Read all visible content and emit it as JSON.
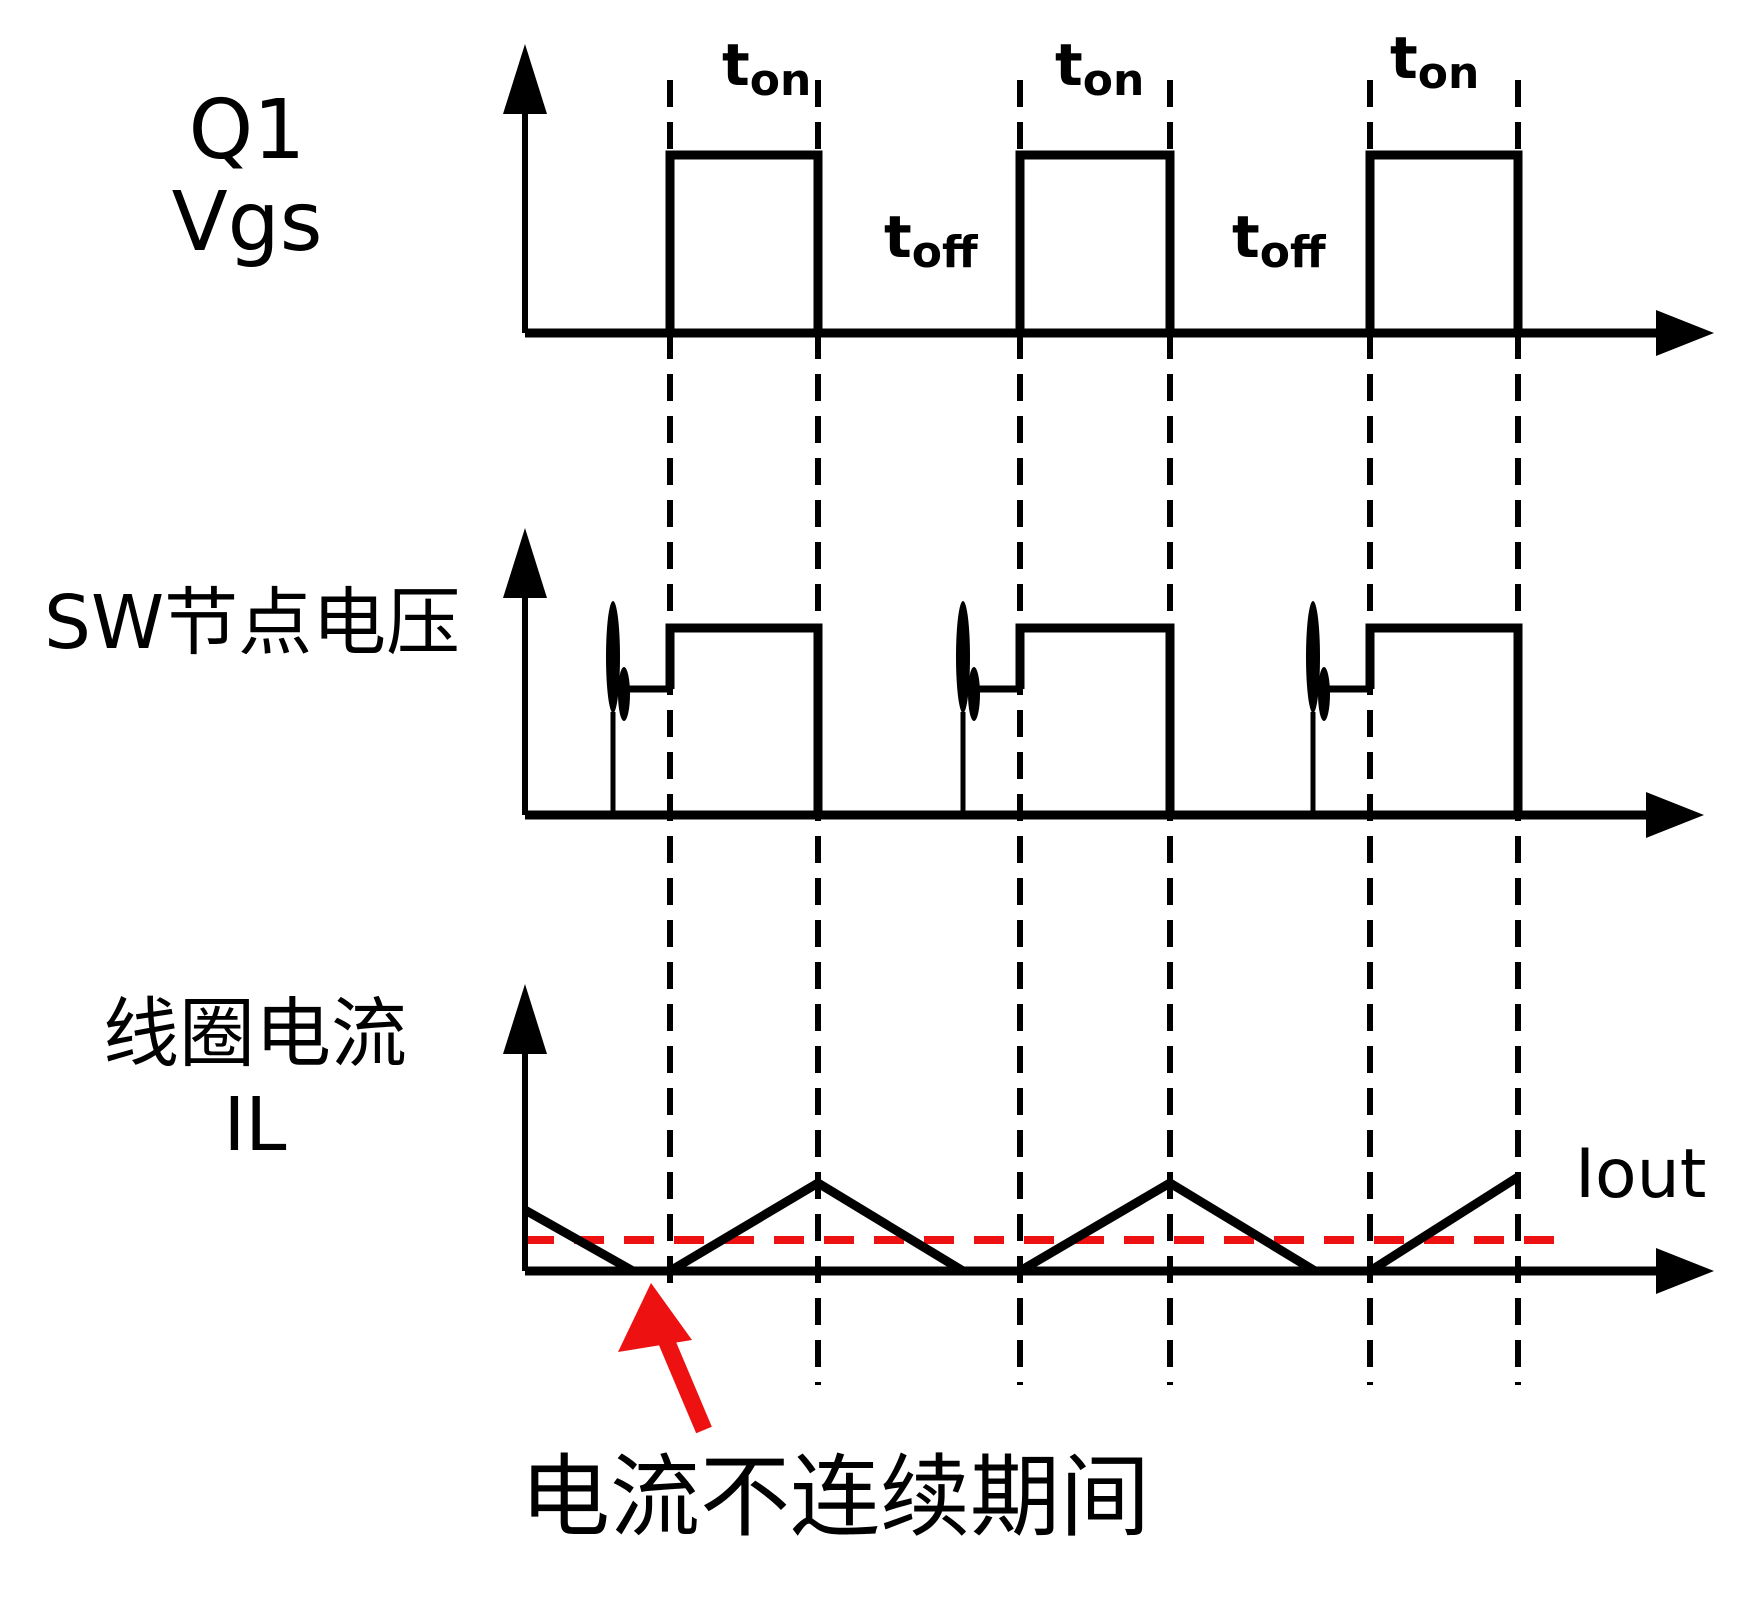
{
  "colors": {
    "ink": "#000000",
    "red": "#ee1111",
    "background": "#ffffff"
  },
  "gate": {
    "label_line1": "Q1",
    "label_line2": "Vgs",
    "ton_base": "t",
    "ton_sub": "on",
    "toff_base": "t",
    "toff_sub": "off"
  },
  "sw": {
    "label": "SW节点电压"
  },
  "coil": {
    "label_line1": "线圈电流",
    "label_line2": "IL",
    "iout_label": "Iout",
    "annotation": "电流不连续期间"
  },
  "waveforms": {
    "type": "timing-diagram",
    "cycles": 3,
    "panels": [
      {
        "name": "Q1 Vgs",
        "shape": "square pulses, high during ton, low during toff"
      },
      {
        "name": "SW节点电压",
        "shape": "high during ton, drops low at turn-off, ringing spike then settles at intermediate level just before next ton"
      },
      {
        "name": "线圈电流 IL",
        "shape": "triangle: ramps up during ton, ramps down during toff, flat at zero before next cycle (discontinuous conduction); red dashed average line = Iout"
      }
    ],
    "annotation_points_to": "zero-current flat interval after first down-ramp"
  }
}
